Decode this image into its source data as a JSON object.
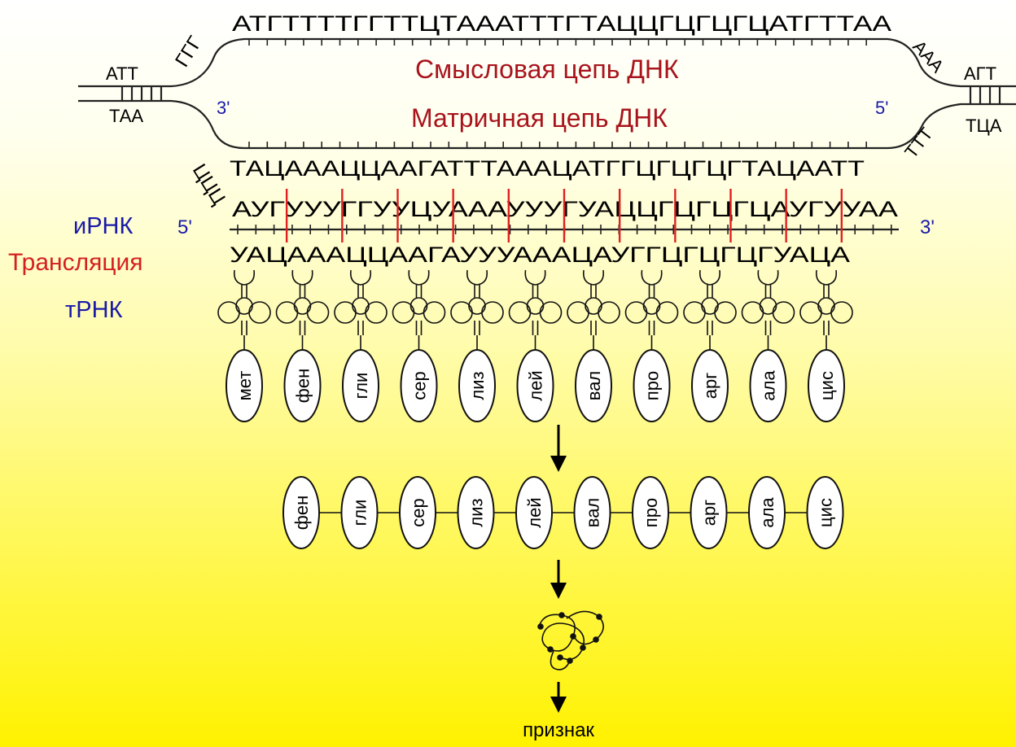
{
  "colors": {
    "strand_label": "#a8141c",
    "rna_label": "#1a1aa8",
    "translation_label": "#d42020",
    "codon_divider": "#e02020"
  },
  "dna": {
    "sense_sequence": "АТГТТТТГГТТЦТАААТТТГТАЦЦГЦГЦГЦАТГТТАА",
    "template_sequence": "ТАЦАААЦЦААГАТТТАААЦАТГГЦГЦГЦГТАЦААТТ",
    "sense_label": "Смысловая цепь ДНК",
    "template_label": "Матричная цепь ДНК",
    "left_top": "АТТ",
    "left_bottom": "ТАА",
    "left_bend_top": "ГГГ",
    "left_bend_bottom": "ЦЦЦ",
    "right_bend_top": "ААА",
    "right_bend_bottom": "ТТТ",
    "right_top": "АГТ",
    "right_bottom": "ТЦА",
    "end_3": "3'",
    "end_5": "5'"
  },
  "mrna": {
    "label": "иРНК",
    "sequence": "АУГУУУГГУУЦУАААУУУГУАЦЦГЦГЦГЦАУГУУАА",
    "end_5": "5'",
    "end_3": "3'"
  },
  "translation": {
    "label": "Трансляция",
    "anticodons": "УАЦАААЦЦААГАУУУАААЦАУГГЦГЦГЦГУАЦА"
  },
  "trna": {
    "label": "тРНК",
    "amino_acids": [
      "мет",
      "фен",
      "гли",
      "сер",
      "лиз",
      "лей",
      "вал",
      "про",
      "арг",
      "ала",
      "цис"
    ]
  },
  "peptide": {
    "amino_acids": [
      "фен",
      "гли",
      "сер",
      "лиз",
      "лей",
      "вал",
      "про",
      "арг",
      "ала",
      "цис"
    ]
  },
  "result": {
    "label": "признак"
  }
}
